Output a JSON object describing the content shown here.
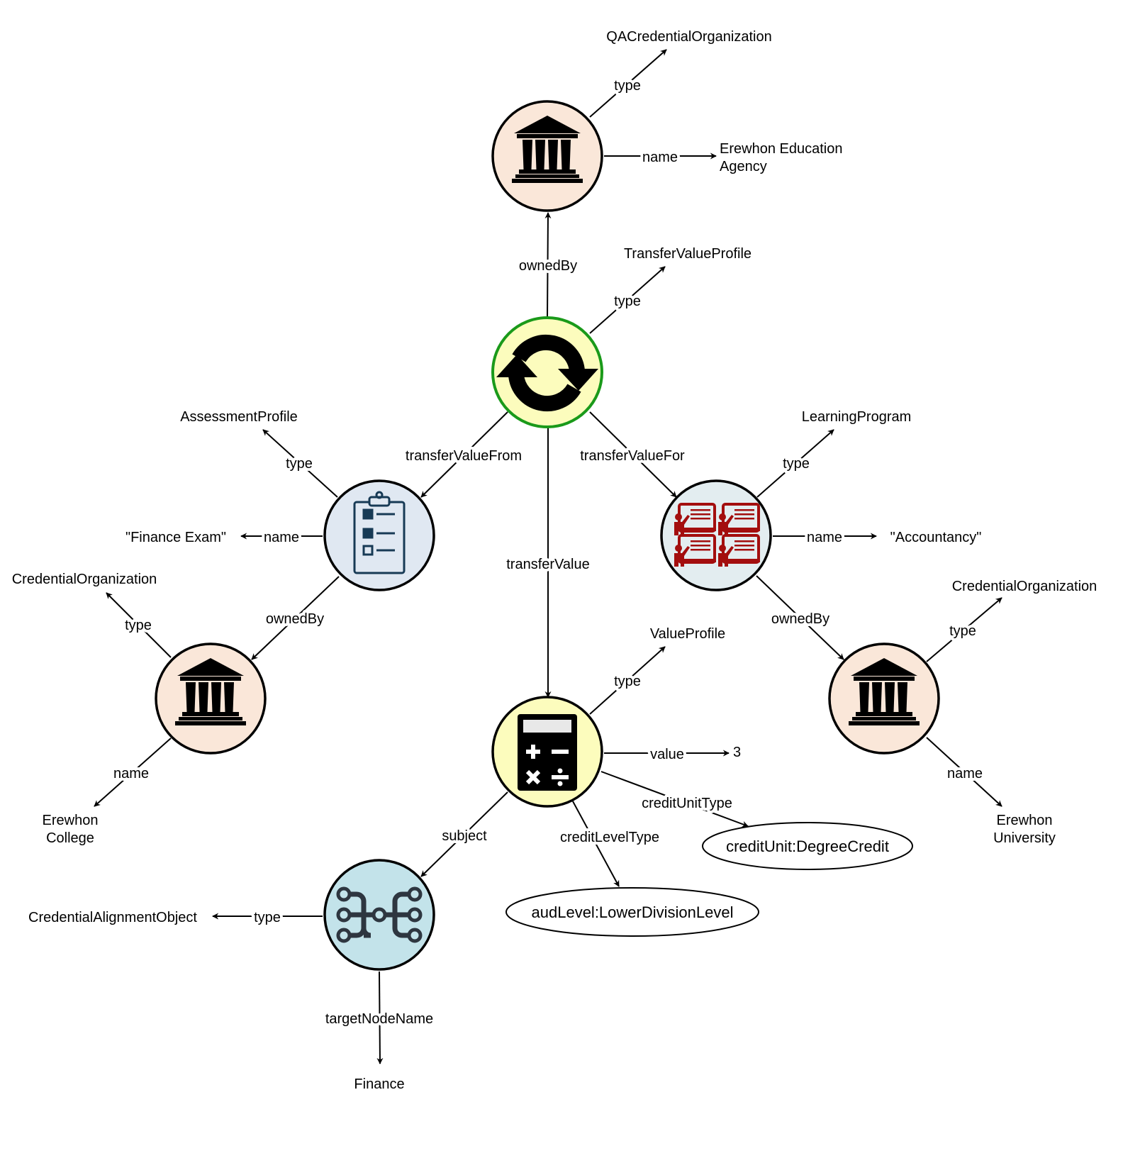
{
  "colors": {
    "org_fill": "#fae7d9",
    "transfer_fill": "#fcfcbd",
    "transfer_stroke": "#1a9a1a",
    "assessment_fill": "#e0e8f2",
    "program_fill": "#e3edf0",
    "value_fill": "#fcfcbd",
    "alignment_fill": "#c3e3ea",
    "program_icon": "#a30e0e",
    "assessment_icon": "#173a55",
    "alignment_icon": "#2e3640"
  },
  "edges": {
    "center_ownedBy": "ownedBy",
    "center_type": "type",
    "toporg_type": "type",
    "toporg_name": "name",
    "center_from": "transferValueFrom",
    "center_for": "transferValueFor",
    "center_value": "transferValue",
    "assess_type": "type",
    "assess_name": "name",
    "assess_ownedBy": "ownedBy",
    "leftorg_type": "type",
    "leftorg_name": "name",
    "prog_type": "type",
    "prog_name": "name",
    "prog_ownedBy": "ownedBy",
    "rightorg_type": "type",
    "rightorg_name": "name",
    "calc_type": "type",
    "calc_value": "value",
    "calc_unit": "creditUnitType",
    "calc_level": "creditLevelType",
    "calc_subject": "subject",
    "align_type": "type",
    "align_target": "targetNodeName"
  },
  "targets": {
    "center_type": "TransferValueProfile",
    "toporg_type": "QACredentialOrganization",
    "toporg_name_1": "Erewhon Education",
    "toporg_name_2": "Agency",
    "assess_type": "AssessmentProfile",
    "assess_name": "\"Finance Exam\"",
    "leftorg_type": "CredentialOrganization",
    "leftorg_name_1": "Erewhon",
    "leftorg_name_2": "College",
    "prog_type": "LearningProgram",
    "prog_name": "\"Accountancy\"",
    "rightorg_type": "CredentialOrganization",
    "rightorg_name_1": "Erewhon",
    "rightorg_name_2": "University",
    "calc_type": "ValueProfile",
    "calc_value": "3",
    "calc_unit": "creditUnit:DegreeCredit",
    "calc_level": "audLevel:LowerDivisionLevel",
    "align_type": "CredentialAlignmentObject",
    "align_target": "Finance"
  }
}
